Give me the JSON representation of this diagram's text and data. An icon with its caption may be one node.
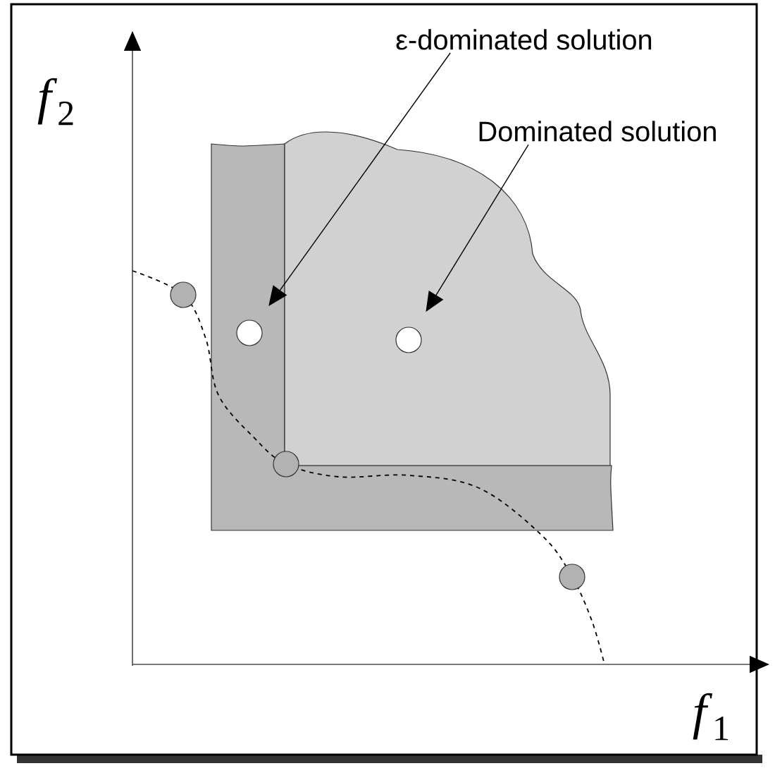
{
  "diagram": {
    "nodes": [
      {
        "text": [
          "ε-dominated solution"
        ]
      },
      {
        "text": [
          "Dominated solution"
        ]
      },
      {
        "text": [],
        "shape": "circle"
      },
      {
        "text": [],
        "shape": "circle"
      },
      {
        "text": [],
        "shape": "circle"
      },
      {
        "text": [],
        "shape": "circle"
      },
      {
        "text": [],
        "shape": "circle"
      }
    ],
    "edges": [
      {
        "from": 0,
        "to": 3,
        "arrow": "to"
      },
      {
        "from": 1,
        "to": 5,
        "arrow": "to"
      }
    ],
    "labels": [
      "*f*$_{2}$",
      "*f*$_{1}$"
    ]
  }
}
